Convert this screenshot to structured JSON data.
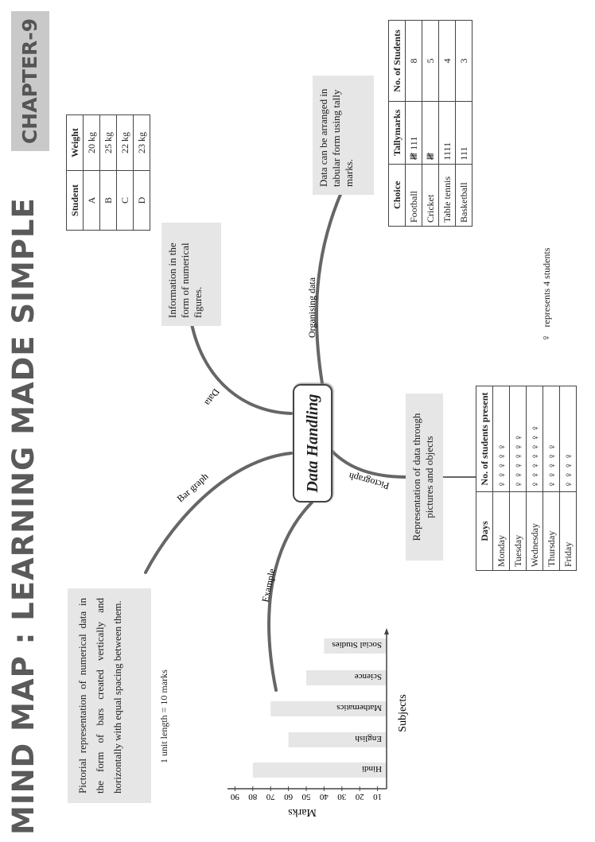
{
  "header": {
    "title": "MIND MAP : LEARNING MADE SIMPLE",
    "chapter": "CHAPTER-9"
  },
  "center": "Data Handling",
  "branches": {
    "data": "Data",
    "organising": "Organising data",
    "pictograph": "Pictograph",
    "bar_graph": "Bar graph",
    "example": "Example"
  },
  "boxes": {
    "data": "Information in the form of numerical figures.",
    "organising": "Data can be arranged in tabular form using tally marks.",
    "pictograph": "Representation of data through pictures and objects",
    "bar_graph": "Pictorial representation of numerical data in the form of bars created vertically and horizontally with equal spacing between them."
  },
  "weight_table": {
    "headers": [
      "Student",
      "Weight"
    ],
    "rows": [
      [
        "A",
        "20 kg"
      ],
      [
        "B",
        "25 kg"
      ],
      [
        "C",
        "22 kg"
      ],
      [
        "D",
        "23 kg"
      ]
    ]
  },
  "tally_table": {
    "headers": [
      "Choice",
      "Tallymarks",
      "No. of Students"
    ],
    "rows": [
      [
        "Football",
        "𝍸 111",
        "8"
      ],
      [
        "Cricket",
        "𝍸",
        "5"
      ],
      [
        "Table tennis",
        "1111",
        "4"
      ],
      [
        "Basketball",
        "111",
        "3"
      ]
    ]
  },
  "legend": {
    "symbol": "♀",
    "text": "represents 4 students"
  },
  "pictograph_table": {
    "headers": [
      "Days",
      "No. of students present"
    ],
    "rows": [
      [
        "Monday",
        "♀♀♀♀♀"
      ],
      [
        "Tuesday",
        "♀♀♀♀♀♀"
      ],
      [
        "Wednesday",
        "♀♀♀♀♀♀♀"
      ],
      [
        "Thursday",
        "♀♀♀♀♀"
      ],
      [
        "Friday",
        "♀♀♀♀"
      ]
    ]
  },
  "scale_note": "1 unit length = 10 marks",
  "chart_data": {
    "type": "bar",
    "orientation": "horizontal",
    "categories": [
      "Hindi",
      "English",
      "Mathematics",
      "Science",
      "Social Studies"
    ],
    "values": [
      80,
      60,
      70,
      50,
      40
    ],
    "xlabel": "Marks",
    "ylabel": "Subjects",
    "ticks": [
      10,
      20,
      30,
      40,
      50,
      60,
      70,
      80,
      90
    ],
    "xlim": [
      0,
      90
    ],
    "bar_color": "#e6e6e6"
  }
}
